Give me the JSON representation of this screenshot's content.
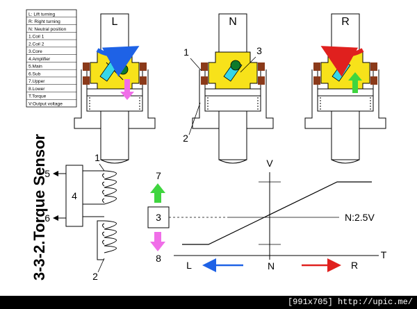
{
  "legend": {
    "items": [
      "L: Lift turning",
      "R: Right turning",
      "N: Neutral position",
      "1.Coil 1",
      "2.Coil 2",
      "3.Core",
      "4.Amplifier",
      "5.Main",
      "6.Sub",
      "7.Upper",
      "8.Lower",
      "T.Torque",
      "V:Output voltage"
    ]
  },
  "sensors": {
    "left_label": "L",
    "neutral_label": "N",
    "right_label": "R",
    "callout_1": "1",
    "callout_2": "2",
    "callout_3": "3"
  },
  "title": "3-3-2.Torque Sensor",
  "schematic": {
    "coil1_label": "1",
    "coil2_label": "2",
    "amplifier_label": "4",
    "main_label": "5",
    "sub_label": "6",
    "core_label": "3",
    "upper_label": "7",
    "lower_label": "8"
  },
  "graph": {
    "v_label": "V",
    "t_label": "T",
    "n_label": "N",
    "neutral_voltage": "N:2.5V",
    "left_label": "L",
    "right_label": "R"
  },
  "watermark": "[991x705] http://upic.me/",
  "colors": {
    "yellow": "#f7e21a",
    "coil": "#8b3a1a",
    "core_green": "#0e7a2a",
    "core_cyan": "#36d6e8",
    "blue": "#1e62e6",
    "red": "#e0201e",
    "green_arrow": "#3fd53f",
    "pink_arrow": "#f06ee8"
  }
}
